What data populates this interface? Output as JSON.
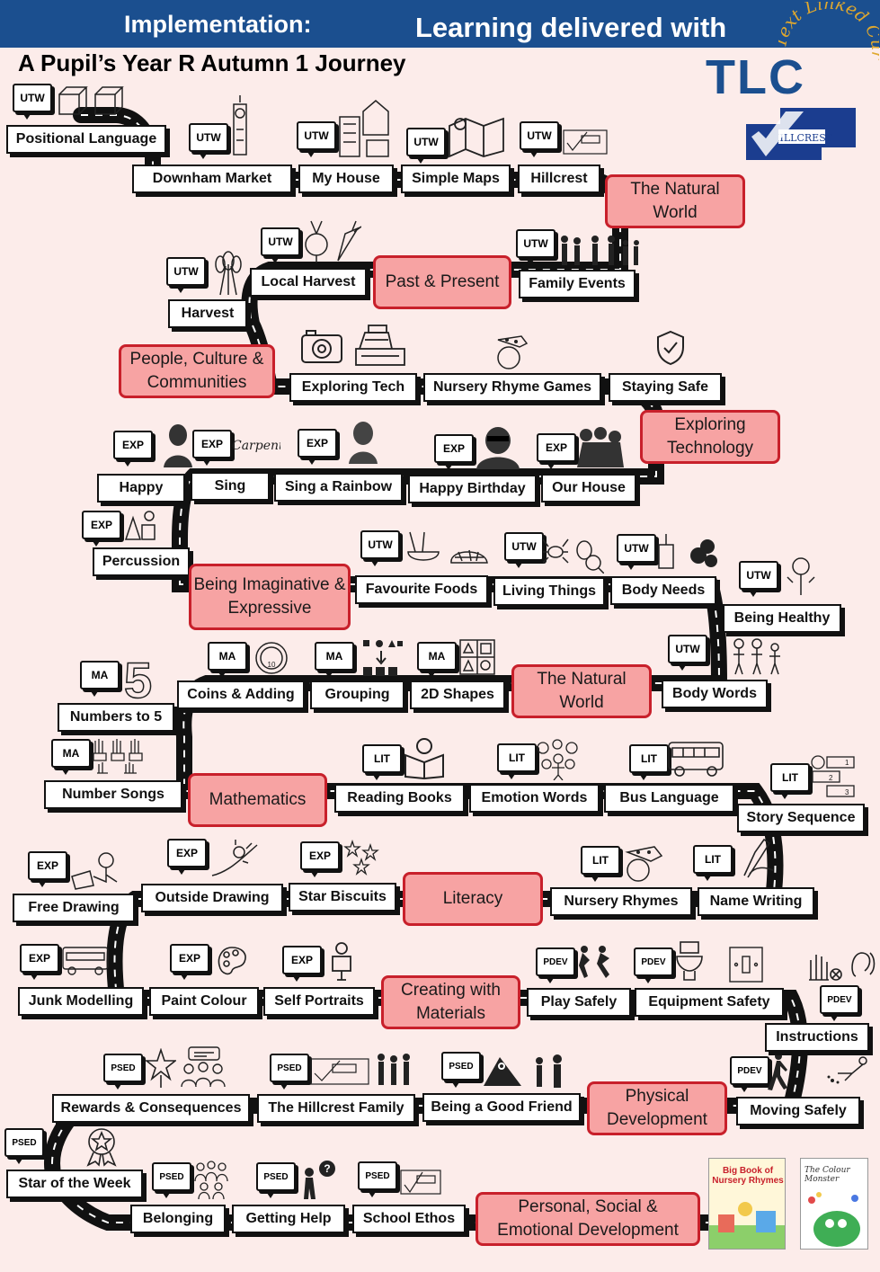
{
  "header": {
    "left": "Implementation:",
    "right": "Learning delivered with",
    "logo": "TLC",
    "logo_arc": "Text Linked Curriculum",
    "crest_text": "HILLCREST"
  },
  "title": "A Pupil’s Year R Autumn 1 Journey",
  "sections": {
    "natural_world_1": "The Natural World",
    "past_present": "Past & Present",
    "people_culture": "People, Culture & Communities",
    "exploring_tech": "Exploring Technology",
    "imaginative": "Being Imaginative & Expressive",
    "natural_world_2": "The Natural World",
    "mathematics": "Mathematics",
    "literacy": "Literacy",
    "creating_materials": "Creating with Materials",
    "physical_dev": "Physical Development",
    "psed": "Personal, Social & Emotional Development"
  },
  "labels": {
    "positional_language": "Positional Language",
    "downham_market": "Downham Market",
    "my_house": "My House",
    "simple_maps": "Simple Maps",
    "hillcrest": "Hillcrest",
    "local_harvest": "Local Harvest",
    "harvest": "Harvest",
    "family_events": "Family Events",
    "exploring_tech": "Exploring Tech",
    "nursery_rhyme_games": "Nursery Rhyme Games",
    "staying_safe": "Staying Safe",
    "happy": "Happy",
    "sing": "Sing",
    "sing_rainbow": "Sing a Rainbow",
    "happy_birthday": "Happy Birthday",
    "our_house": "Our House",
    "percussion": "Percussion",
    "favourite_foods": "Favourite Foods",
    "living_things": "Living Things",
    "body_needs": "Body Needs",
    "being_healthy": "Being Healthy",
    "coins_adding": "Coins & Adding",
    "grouping": "Grouping",
    "shapes_2d": "2D Shapes",
    "body_words": "Body Words",
    "numbers_to_5": "Numbers to 5",
    "number_songs": "Number Songs",
    "reading_books": "Reading Books",
    "emotion_words": "Emotion Words",
    "bus_language": "Bus Language",
    "story_sequence": "Story Sequence",
    "free_drawing": "Free Drawing",
    "outside_drawing": "Outside Drawing",
    "star_biscuits": "Star Biscuits",
    "nursery_rhymes": "Nursery Rhymes",
    "name_writing": "Name Writing",
    "junk_modelling": "Junk Modelling",
    "paint_colour": "Paint Colour",
    "self_portraits": "Self Portraits",
    "play_safely": "Play Safely",
    "equipment_safety": "Equipment Safety",
    "instructions": "Instructions",
    "rewards": "Rewards & Consequences",
    "hillcrest_family": "The Hillcrest Family",
    "good_friend": "Being a Good Friend",
    "moving_safely": "Moving Safely",
    "star_of_week": "Star of the Week",
    "belonging": "Belonging",
    "getting_help": "Getting Help",
    "school_ethos": "School Ethos"
  },
  "tags": {
    "utw": "UTW",
    "exp": "EXP",
    "ma": "MA",
    "lit": "LIT",
    "pdev": "PDEV",
    "psed": "PSED"
  },
  "books": {
    "book1": "Big Book of Nursery Rhymes",
    "book2": "The Colour Monster"
  },
  "digit": "5",
  "colors": {
    "header_bg": "#1b4f8f",
    "section_fill": "#f7a3a3",
    "section_border": "#c8202b",
    "page_bg": "#fcecea",
    "road": "#111111"
  }
}
